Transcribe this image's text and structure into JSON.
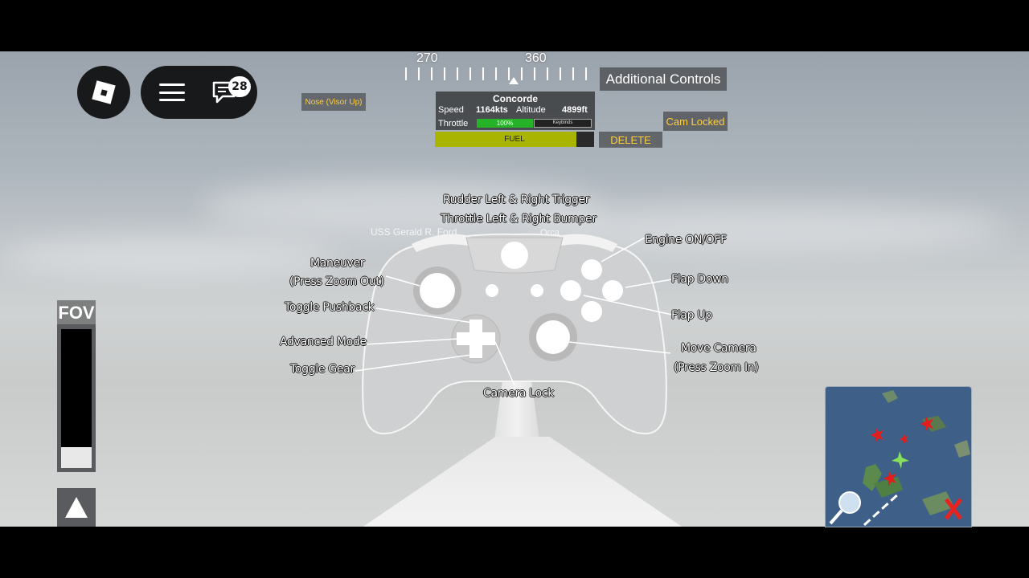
{
  "top_left": {
    "chat_badge_count": "28"
  },
  "compass": {
    "labels": [
      "270",
      "360"
    ]
  },
  "hud": {
    "additional_controls": "Additional Controls",
    "cam_locked": "Cam Locked",
    "delete": "DELETE",
    "nose": "Nose (Visor Up)"
  },
  "aircraft": {
    "name": "Concorde",
    "speed_label": "Speed",
    "speed": "1164kts",
    "altitude_label": "Altitude",
    "altitude": "4899ft",
    "throttle_label": "Throttle",
    "throttle_text": "100%",
    "throttle_fraction": 1.0,
    "keybinds": "Keybinds",
    "fuel_label": "FUEL",
    "fuel_fraction": 0.89
  },
  "fov": {
    "label": "FOV",
    "level_fraction": 0.15
  },
  "world_labels": {
    "ship": "USS Gerald R. Ford",
    "other": "Orca"
  },
  "controller_labels": {
    "rudder": "Rudder Left & Right Trigger",
    "throttle": "Throttle Left & Right Bumper",
    "engine": "Engine ON/OFF",
    "maneuver": "Maneuver",
    "maneuver_sub": "(Press Zoom Out)",
    "flap_down": "Flap Down",
    "toggle_pushback": "Toggle Pushback",
    "flap_up": "Flap Up",
    "advanced_mode": "Advanced Mode",
    "move_camera": "Move Camera",
    "move_camera_sub": "(Press Zoom In)",
    "toggle_gear": "Toggle Gear",
    "camera_lock": "Camera Lock"
  },
  "colors": {
    "accent_yellow": "#ffcf3f",
    "throttle_green": "#27b327",
    "fuel_yellow": "#a8b400",
    "map_water": "#3e5f88",
    "close_red": "#e8231f"
  },
  "icons": [
    "roblox-logo-icon",
    "menu-icon",
    "chat-icon",
    "up-arrow-icon",
    "zoom-icon",
    "close-icon",
    "plane-marker-icon"
  ]
}
